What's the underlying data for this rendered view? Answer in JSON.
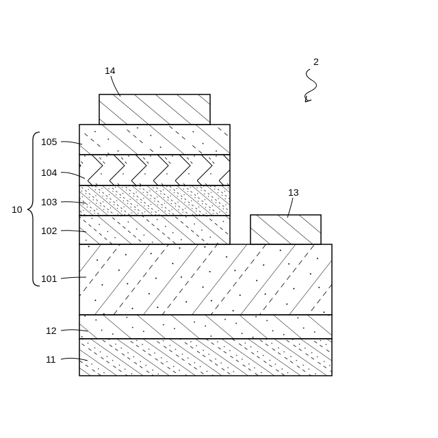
{
  "figure": {
    "device_label": "2",
    "group_label": "10",
    "layers": {
      "l11": "11",
      "l12": "12",
      "l101": "101",
      "l102": "102",
      "l103": "103",
      "l104": "104",
      "l105": "105"
    },
    "electrodes": {
      "e13": "13",
      "e14": "14"
    }
  }
}
